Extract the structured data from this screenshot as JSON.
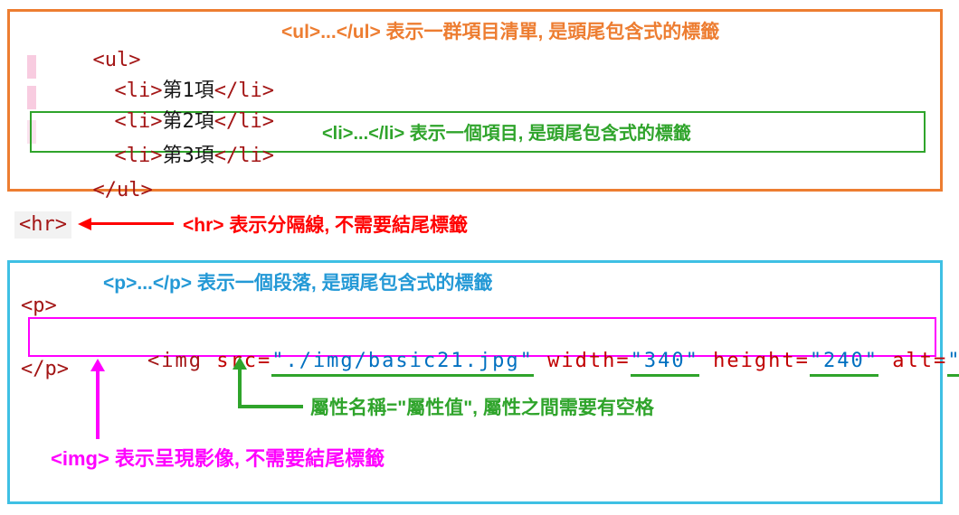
{
  "colors": {
    "orange": "#ED7D31",
    "green": "#2FA42B",
    "cyan_border": "#3FC0E4",
    "blue": "#2499D6",
    "red": "#FF0000",
    "magenta": "#FF00FF",
    "code_tag": "#A31515",
    "code_attr": "#C00000",
    "code_value": "#0070C0"
  },
  "ul_box": {
    "annotation": "<ul>...</ul> 表示一群項目清單, 是頭尾包含式的標籤",
    "line_ul_open": "<ul>",
    "items": [
      {
        "open": "<li>",
        "text": "第1項",
        "close": "</li>"
      },
      {
        "open": "<li>",
        "text": "第2項",
        "close": "</li>"
      },
      {
        "open": "<li>",
        "text": "第3項",
        "close": "</li>"
      }
    ],
    "line_ul_close": "</ul>",
    "li_annotation": "<li>...</li> 表示一個項目, 是頭尾包含式的標籤"
  },
  "hr_row": {
    "code": "<hr>",
    "annotation": "<hr> 表示分隔線, 不需要結尾標籤"
  },
  "p_box": {
    "annotation": "<p>...</p> 表示一個段落, 是頭尾包含式的標籤",
    "p_open": "<p>",
    "p_close": "</p>",
    "img": {
      "tag_open": "<img ",
      "attrs": [
        {
          "name": "src",
          "eq": "=",
          "value": "\"./img/basic21.jpg\""
        },
        {
          "name": " width",
          "eq": "=",
          "value": "\"340\""
        },
        {
          "name": " height",
          "eq": "=",
          "value": "\"240\""
        },
        {
          "name": " alt",
          "eq": "=",
          "value": "\"\""
        }
      ],
      "tag_close": ">"
    },
    "attr_annotation": "屬性名稱=\"屬性值\", 屬性之間需要有空格",
    "img_annotation": "<img> 表示呈現影像, 不需要結尾標籤"
  }
}
